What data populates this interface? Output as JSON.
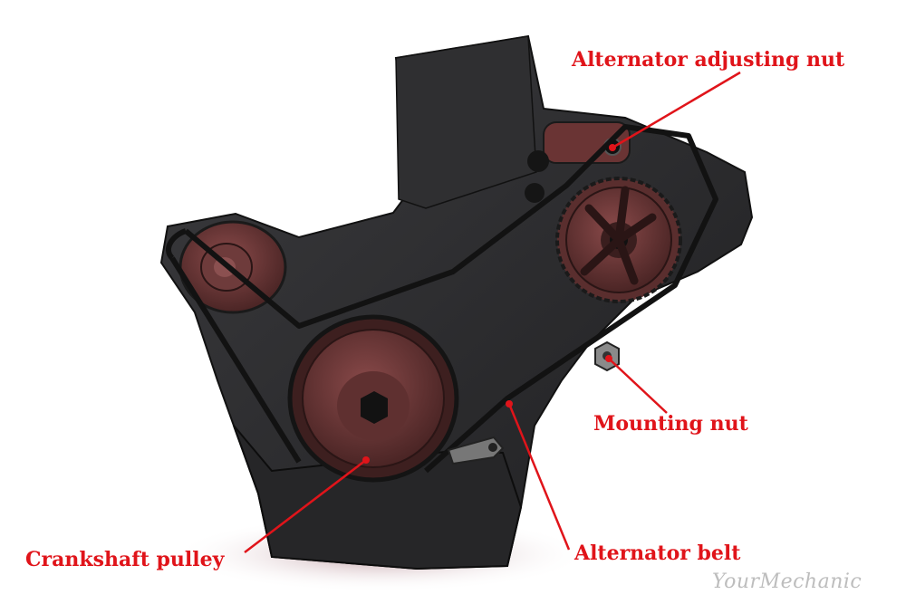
{
  "labels": {
    "alternator_adjusting_nut": "Alternator adjusting nut",
    "mounting_nut": "Mounting nut",
    "crankshaft_pulley": "Crankshaft pulley",
    "alternator_belt": "Alternator belt"
  },
  "watermark": "YourMechanic",
  "colors": {
    "label_text": "#e0141a",
    "leader_line": "#e0141a",
    "engine_body": "#2a2a2c",
    "pulley": "#6b3535",
    "belt": "#1b1b1b",
    "shadow": "#c9a8ad"
  }
}
